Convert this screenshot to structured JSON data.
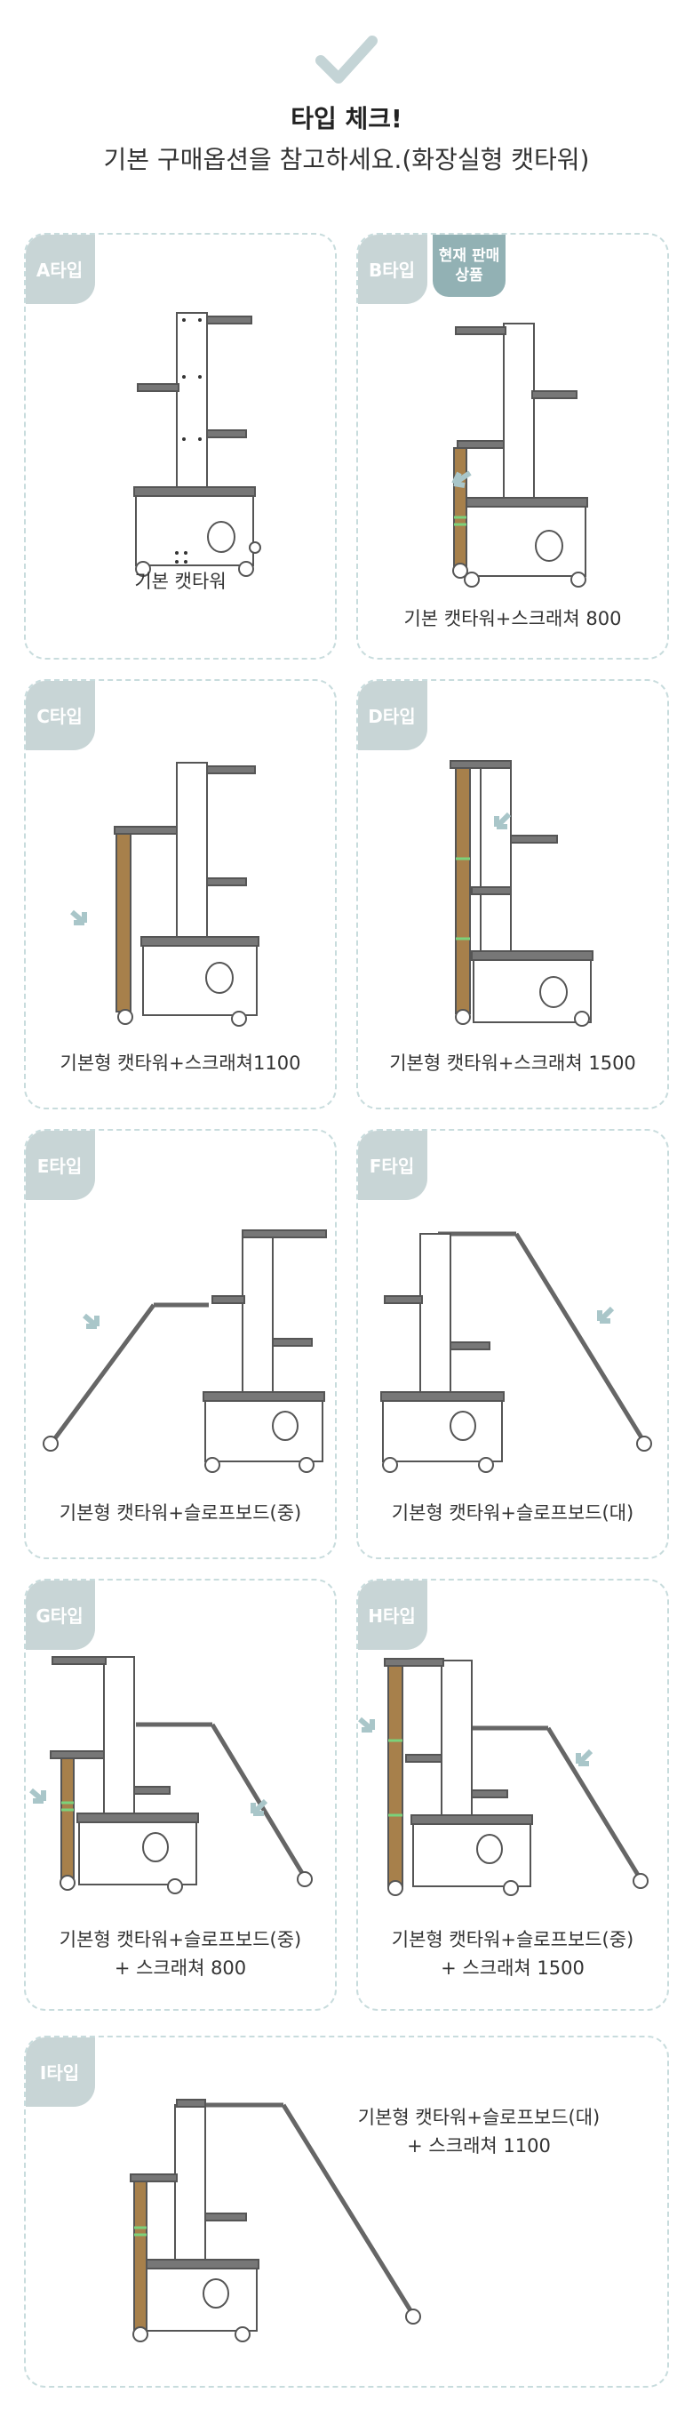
{
  "header": {
    "icon": "checkmark-icon",
    "title": "타입 체크!",
    "subtitle": "기본 구매옵션을 참고하세요.(화장실형 캣타워)"
  },
  "colors": {
    "border": "#c8dcdd",
    "badge": "#c8d5d6",
    "hot_badge": "#92b1b4",
    "arrow": "#a9c6c9",
    "post": "#a7804b",
    "ring": "#7bd27b"
  },
  "cards": [
    {
      "badge": "A타입",
      "caption": "기본 캣타워"
    },
    {
      "badge": "B타입",
      "hot_line1": "현재 판매",
      "hot_line2": "상품",
      "caption": "기본 캣타워+스크래쳐 800"
    },
    {
      "badge": "C타입",
      "caption": "기본형 캣타워+스크래쳐1100"
    },
    {
      "badge": "D타입",
      "caption": "기본형 캣타워+스크래쳐 1500"
    },
    {
      "badge": "E타입",
      "caption": "기본형 캣타워+슬로프보드(중)"
    },
    {
      "badge": "F타입",
      "caption": "기본형 캣타워+슬로프보드(대)"
    },
    {
      "badge": "G타입",
      "caption": "기본형 캣타워+슬로프보드(중)\n+ 스크래쳐 800"
    },
    {
      "badge": "H타입",
      "caption": "기본형 캣타워+슬로프보드(중)\n+ 스크래쳐 1500"
    },
    {
      "badge": "I타입",
      "caption": "기본형 캣타워+슬로프보드(대)\n+ 스크래쳐 1100"
    }
  ]
}
